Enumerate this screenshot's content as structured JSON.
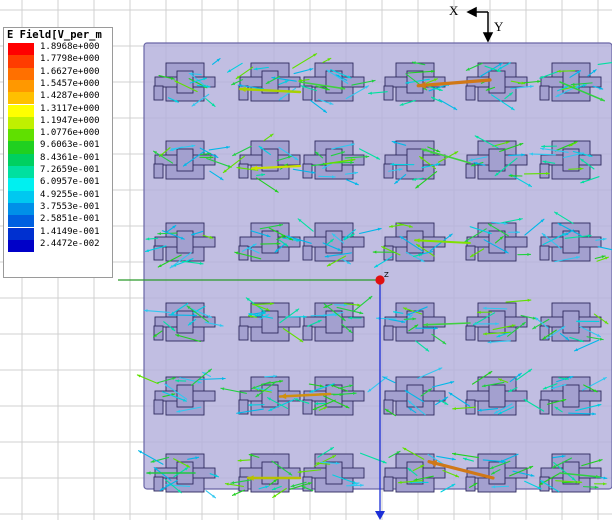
{
  "legend": {
    "title": "E Field[V_per_m",
    "entries": [
      {
        "label": "1.8968e+000",
        "color": "#ff0000"
      },
      {
        "label": "1.7798e+000",
        "color": "#ff3c00"
      },
      {
        "label": "1.6627e+000",
        "color": "#ff7000"
      },
      {
        "label": "1.5457e+000",
        "color": "#ff9800"
      },
      {
        "label": "1.4287e+000",
        "color": "#ffc000"
      },
      {
        "label": "1.3117e+000",
        "color": "#ffff00"
      },
      {
        "label": "1.1947e+000",
        "color": "#c0f000"
      },
      {
        "label": "1.0776e+000",
        "color": "#60e000"
      },
      {
        "label": "9.6063e-001",
        "color": "#20d020"
      },
      {
        "label": "8.4361e-001",
        "color": "#00d060"
      },
      {
        "label": "7.2659e-001",
        "color": "#00e0a0"
      },
      {
        "label": "6.0957e-001",
        "color": "#00f0f0"
      },
      {
        "label": "4.9255e-001",
        "color": "#00c8f0"
      },
      {
        "label": "3.7553e-001",
        "color": "#0090e8"
      },
      {
        "label": "2.5851e-001",
        "color": "#0060e0"
      },
      {
        "label": "1.4149e-001",
        "color": "#0030d0"
      },
      {
        "label": "2.4472e-002",
        "color": "#0000c8"
      }
    ]
  },
  "axes": {
    "x_label": "X",
    "y_label": "Y",
    "origin_label": "Z"
  },
  "colors": {
    "substrate": "#b3b0dc",
    "substrate_border": "#6a66a6",
    "cell_fill": "#a3a0cf",
    "cell_stroke": "#2e2a5c",
    "grid": "#d0d0d0",
    "x_axis": "#2a9a2a",
    "y_axis": "#1c2fd6",
    "origin": "#e01010"
  },
  "view": {
    "type": "electric-field-vector-plot",
    "grid": true,
    "legend_position": "top-left"
  }
}
